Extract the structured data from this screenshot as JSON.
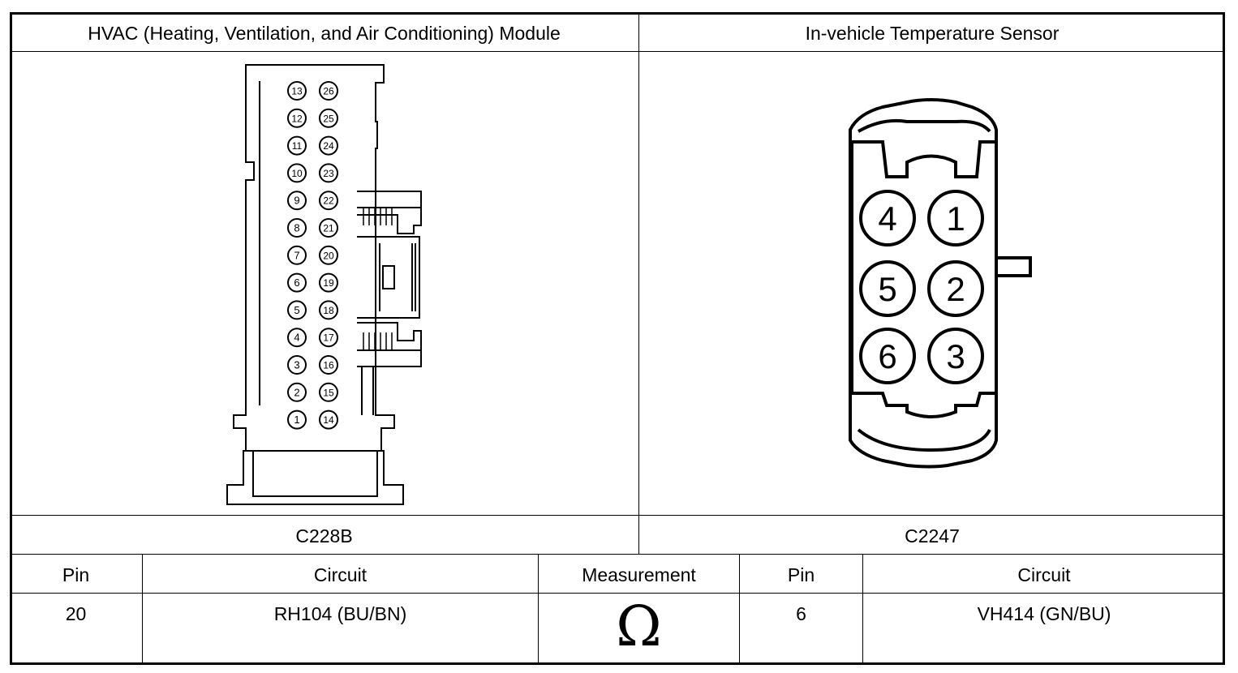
{
  "headers": {
    "left": "HVAC (Heating, Ventilation, and Air Conditioning) Module",
    "right": "In-vehicle Temperature Sensor"
  },
  "connectors": {
    "left_id": "C228B",
    "right_id": "C2247"
  },
  "left_connector_pins": {
    "column_1": [
      "13",
      "12",
      "11",
      "10",
      "9",
      "8",
      "7",
      "6",
      "5",
      "4",
      "3",
      "2",
      "1"
    ],
    "column_2": [
      "26",
      "25",
      "24",
      "23",
      "22",
      "21",
      "20",
      "19",
      "18",
      "17",
      "16",
      "15",
      "14"
    ]
  },
  "right_connector_pins": {
    "row_1": [
      "4",
      "1"
    ],
    "row_2": [
      "5",
      "2"
    ],
    "row_3": [
      "6",
      "3"
    ]
  },
  "table": {
    "headers": [
      "Pin",
      "Circuit",
      "Measurement",
      "Pin",
      "Circuit"
    ],
    "row": {
      "pin_left": "20",
      "circuit_left": "RH104 (BU/BN)",
      "measurement_symbol": "Ω",
      "pin_right": "6",
      "circuit_right": "VH414 (GN/BU)"
    }
  }
}
